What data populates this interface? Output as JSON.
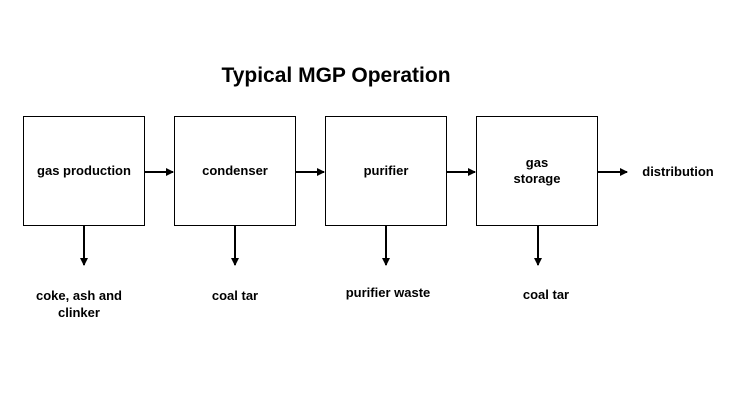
{
  "title": "Typical MGP Operation",
  "stages": [
    {
      "label": "gas production"
    },
    {
      "label": "condenser"
    },
    {
      "label": "purifier"
    },
    {
      "label": "gas\nstorage"
    }
  ],
  "output": "distribution",
  "byproducts": [
    "coke, ash and clinker",
    "coal tar",
    "purifier waste",
    "coal tar"
  ],
  "colors": {
    "line": "#000000",
    "background": "#ffffff"
  }
}
